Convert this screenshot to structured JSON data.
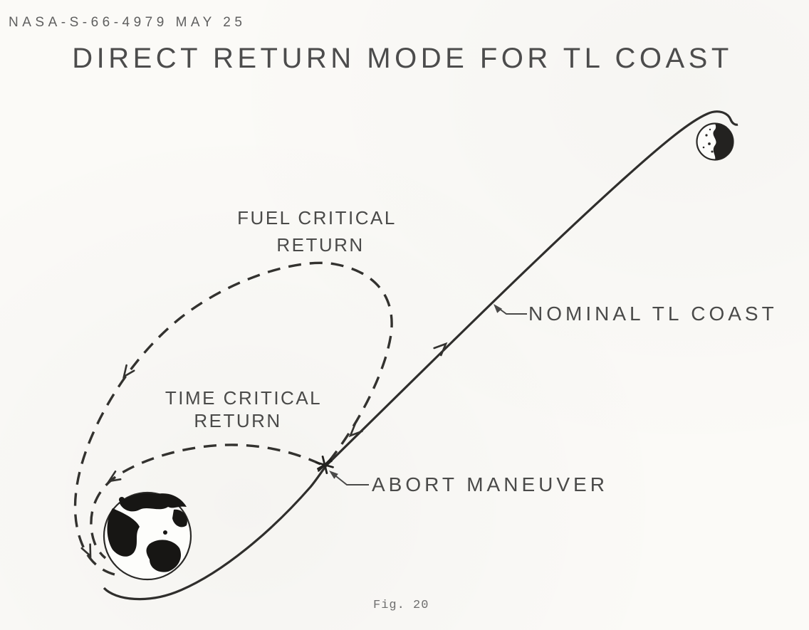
{
  "page": {
    "id_label": "NASA-S-66-4979 MAY 25",
    "title": "DIRECT RETURN MODE FOR TL COAST",
    "figure_caption": "Fig. 20"
  },
  "diagram": {
    "trajectories": {
      "nominal_label": "NOMINAL TL COAST",
      "fuel_critical_line1": "FUEL CRITICAL",
      "fuel_critical_line2": "RETURN",
      "time_critical_line1": "TIME CRITICAL",
      "time_critical_line2": "RETURN"
    },
    "annotations": {
      "abort_label": "ABORT MANEUVER"
    }
  },
  "theme": {
    "paper": "#fbfaf7",
    "ink": "#2f2e2c",
    "text_dark": "#4c4c4c",
    "text_muted": "#5f5f5f",
    "caption": "#6e6e6e"
  }
}
